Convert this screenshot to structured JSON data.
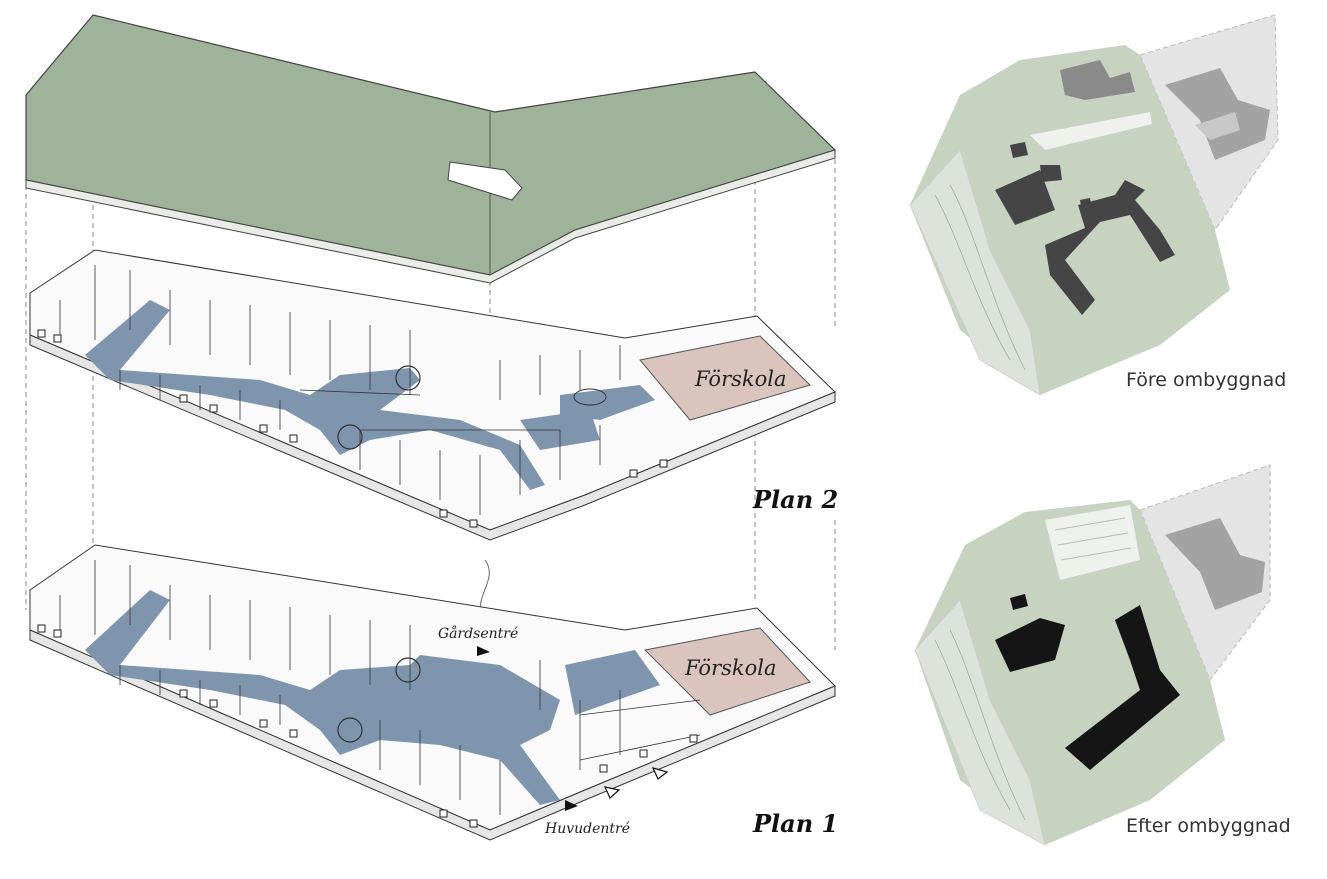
{
  "axonometric": {
    "plan2_title": "Plan 2",
    "plan1_title": "Plan 1",
    "plan2_room_label": "Förskola",
    "plan1_room_label": "Förskola",
    "entrance_courtyard": "Gårdsentré",
    "entrance_main": "Huvudentré"
  },
  "site_plans": {
    "before_caption": "Före ombyggnad",
    "after_caption": "Efter ombyggnad"
  },
  "colors": {
    "roof": "#9fb39a",
    "corridor": "#7f95ad",
    "preschool": "#d9c5bd",
    "site_green": "#c6d3c0",
    "building_before": "#454545",
    "building_after": "#151515",
    "neighbour": "#a3a3a3"
  }
}
